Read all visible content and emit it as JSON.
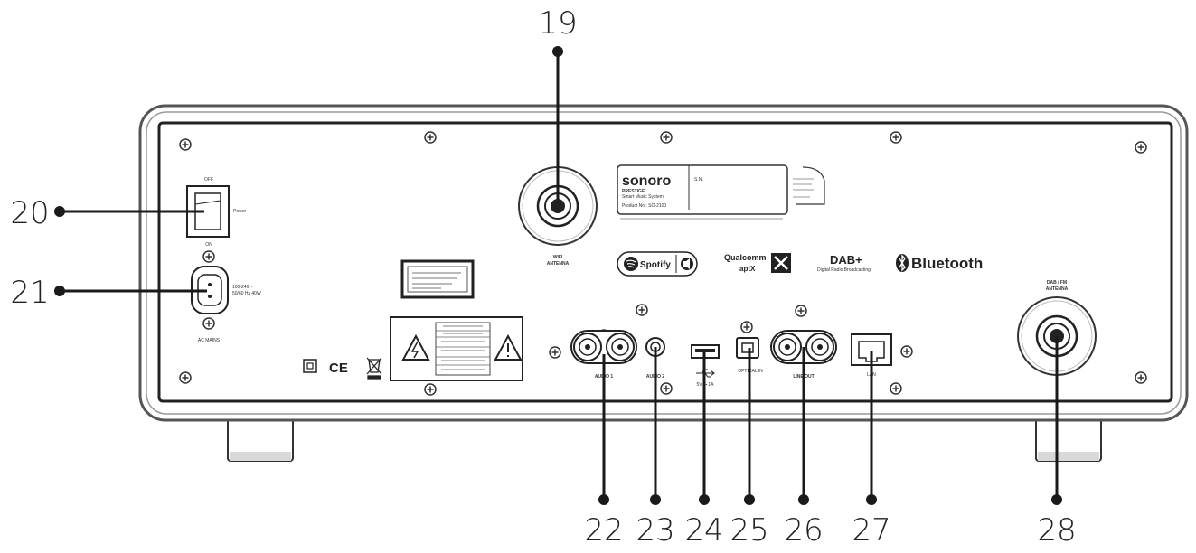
{
  "callouts": {
    "c19": "19",
    "c20": "20",
    "c21": "21",
    "c22": "22",
    "c23": "23",
    "c24": "24",
    "c25": "25",
    "c26": "26",
    "c27": "27",
    "c28": "28"
  },
  "labels": {
    "power_off": "OFF",
    "power": "Power",
    "power_on": "ON",
    "ac_main": "AC MAINS",
    "ac_rating": "100-240 ~",
    "ac_rating2": "50/60 Hz 40W",
    "wifi_antenna": "WIFI",
    "wifi_antenna2": "ANTENNA",
    "dab_antenna": "DAB / FM",
    "dab_antenna2": "ANTENNA",
    "brand": "sonoro",
    "product_model": "PRESTIGE",
    "product_sub": "Smart Music System",
    "product_no": "Product No.: SO-2100",
    "sn": "S.N.",
    "spotify": "Spotify",
    "qualcomm": "Qualcomm",
    "aptx": "aptX",
    "dab_plus": "DAB+",
    "dab_plus_sub": "Digital Radio Broadcasting",
    "bluetooth": "Bluetooth",
    "audio_in": "AUDIO 1",
    "audio_in2": "AUDIO 2",
    "usb_rating": "5V ⎓ 1A",
    "optical": "OPTICAL IN",
    "line_out": "LINE OUT",
    "lan": "LAN",
    "ce": "CE"
  },
  "colors": {
    "line": "#1a1a1a",
    "outline": "#444444",
    "background": "#ffffff"
  }
}
